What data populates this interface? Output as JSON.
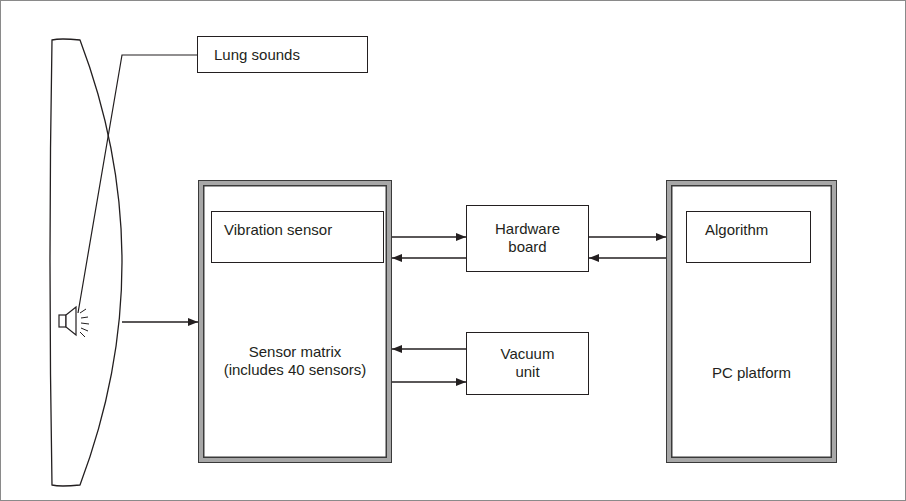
{
  "diagram": {
    "nodes": [
      {
        "text": [
          "Lung sounds"
        ]
      },
      {
        "text": [
          "Sensor matrix (includes 40 sensors)"
        ]
      },
      {
        "text": [
          "Vibration sensor"
        ],
        "in": 1
      },
      {
        "text": [
          "Hardware board"
        ]
      },
      {
        "text": [
          "Vacuum unit"
        ]
      },
      {
        "text": [
          "PC platform"
        ]
      },
      {
        "text": [
          "Algorithm"
        ],
        "in": 5
      }
    ],
    "edges": [
      {
        "from": 1,
        "to": 3,
        "arrow": "to"
      },
      {
        "from": 3,
        "to": 1,
        "arrow": "to"
      },
      {
        "from": 3,
        "to": 5,
        "arrow": "to"
      },
      {
        "from": 5,
        "to": 3,
        "arrow": "to"
      },
      {
        "from": 4,
        "to": 1,
        "arrow": "to"
      },
      {
        "from": 1,
        "to": 4,
        "arrow": "to"
      }
    ]
  }
}
